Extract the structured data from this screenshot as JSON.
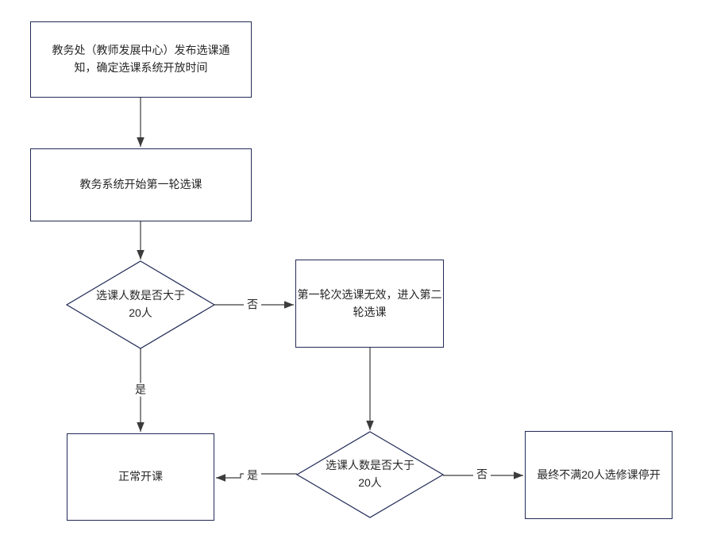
{
  "diagram": {
    "type": "flowchart",
    "nodes": {
      "notice": {
        "shape": "rectangle",
        "label": "教务处（教师发展中心）发布选课通知，确定选课系统开放时间"
      },
      "round1": {
        "shape": "rectangle",
        "label": "教务系统开始第一轮选课"
      },
      "decision1": {
        "shape": "diamond",
        "label": "选课人数是否大于20人"
      },
      "round2_invalid": {
        "shape": "rectangle",
        "label": "第一轮次选课无效，进入第二轮选课"
      },
      "normal_open": {
        "shape": "rectangle",
        "label": "正常开课"
      },
      "decision2": {
        "shape": "diamond",
        "label": "选课人数是否大于20人"
      },
      "stop_course": {
        "shape": "rectangle",
        "label": "最终不满20人选修课停开"
      }
    },
    "edge_labels": {
      "decision1_no": "否",
      "decision1_yes": "是",
      "decision2_yes": "是",
      "decision2_no": "否"
    },
    "colors": {
      "background": "#ffffff",
      "shape_border": "#212a56",
      "connector": "#3c3c3c",
      "text": "#272727"
    }
  }
}
